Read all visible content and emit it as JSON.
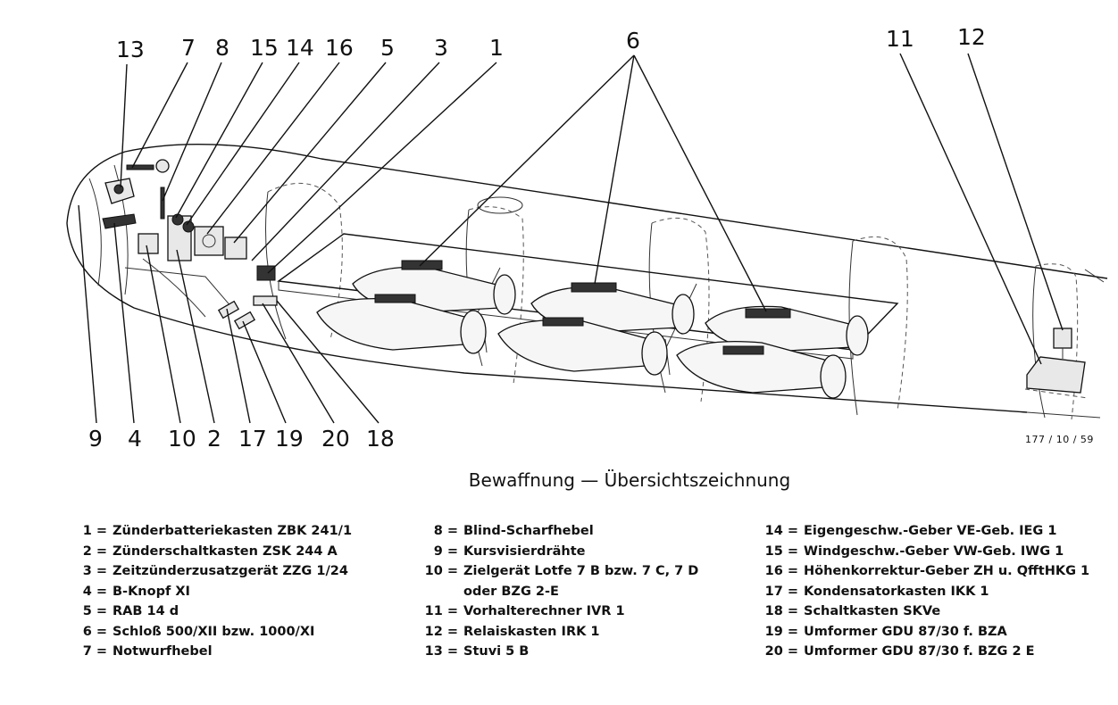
{
  "drawing": {
    "callouts": [
      "13",
      "7",
      "8",
      "15",
      "14",
      "16",
      "5",
      "3",
      "1",
      "6",
      "11",
      "12",
      "9",
      "4",
      "10",
      "2",
      "17",
      "19",
      "20",
      "18"
    ],
    "reference_number": "177 / 10 / 59"
  },
  "title": "Bewaffnung — Übersichtszeichnung",
  "legend": {
    "col1": [
      {
        "n": "1 =",
        "t": "Zünderbatteriekasten ZBK 241/1"
      },
      {
        "n": "2 =",
        "t": "Zünderschaltkasten ZSK 244 A"
      },
      {
        "n": "3 =",
        "t": "Zeitzünderzusatzgerät ZZG 1/24"
      },
      {
        "n": "4 =",
        "t": "B-Knopf XI"
      },
      {
        "n": "5 =",
        "t": "RAB 14 d"
      },
      {
        "n": "6 =",
        "t": "Schloß 500/XII bzw. 1000/XI"
      },
      {
        "n": "7 =",
        "t": "Notwurfhebel"
      }
    ],
    "col2": [
      {
        "n": "8 =",
        "t": "Blind-Scharfhebel"
      },
      {
        "n": "9 =",
        "t": "Kursvisierdrähte"
      },
      {
        "n": "10 =",
        "t": "Zielgerät Lotfe 7 B bzw. 7 C, 7 D"
      },
      {
        "n": "",
        "t": "oder BZG 2-E"
      },
      {
        "n": "11 =",
        "t": "Vorhalterechner IVR 1"
      },
      {
        "n": "12 =",
        "t": "Relaiskasten IRK 1"
      },
      {
        "n": "13 =",
        "t": "Stuvi 5 B"
      }
    ],
    "col3": [
      {
        "n": "14 =",
        "t": "Eigengeschw.-Geber VE-Geb. IEG 1"
      },
      {
        "n": "15 =",
        "t": "Windgeschw.-Geber VW-Geb. IWG 1"
      },
      {
        "n": "16 =",
        "t": "Höhenkorrektur-Geber ZH u. QfftHKG 1"
      },
      {
        "n": "17 =",
        "t": "Kondensatorkasten IKK 1"
      },
      {
        "n": "18 =",
        "t": "Schaltkasten SKVe"
      },
      {
        "n": "19 =",
        "t": "Umformer GDU 87/30 f. BZA"
      },
      {
        "n": "20 =",
        "t": "Umformer GDU 87/30 f. BZG 2 E"
      }
    ]
  }
}
